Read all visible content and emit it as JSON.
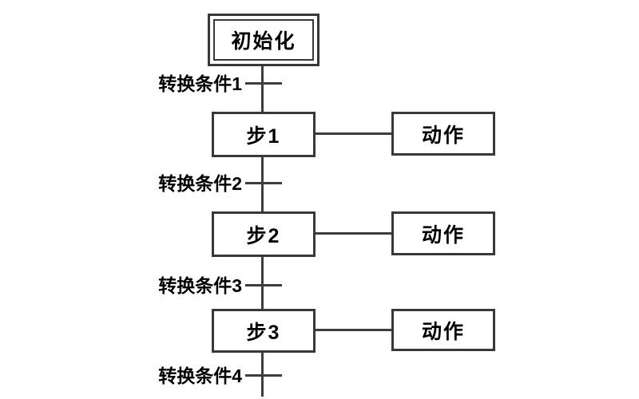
{
  "diagram": {
    "type": "sfc-flow-diagram",
    "background_color": "#ffffff",
    "line_color": "#3d3d3d",
    "text_color": "#000000",
    "init_step": {
      "label": "初始化"
    },
    "steps": [
      {
        "label": "步1",
        "action": "动作"
      },
      {
        "label": "步2",
        "action": "动作"
      },
      {
        "label": "步3",
        "action": "动作"
      }
    ],
    "transitions": [
      {
        "label": "转换条件1"
      },
      {
        "label": "转换条件2"
      },
      {
        "label": "转换条件3"
      },
      {
        "label": "转换条件4"
      }
    ]
  }
}
